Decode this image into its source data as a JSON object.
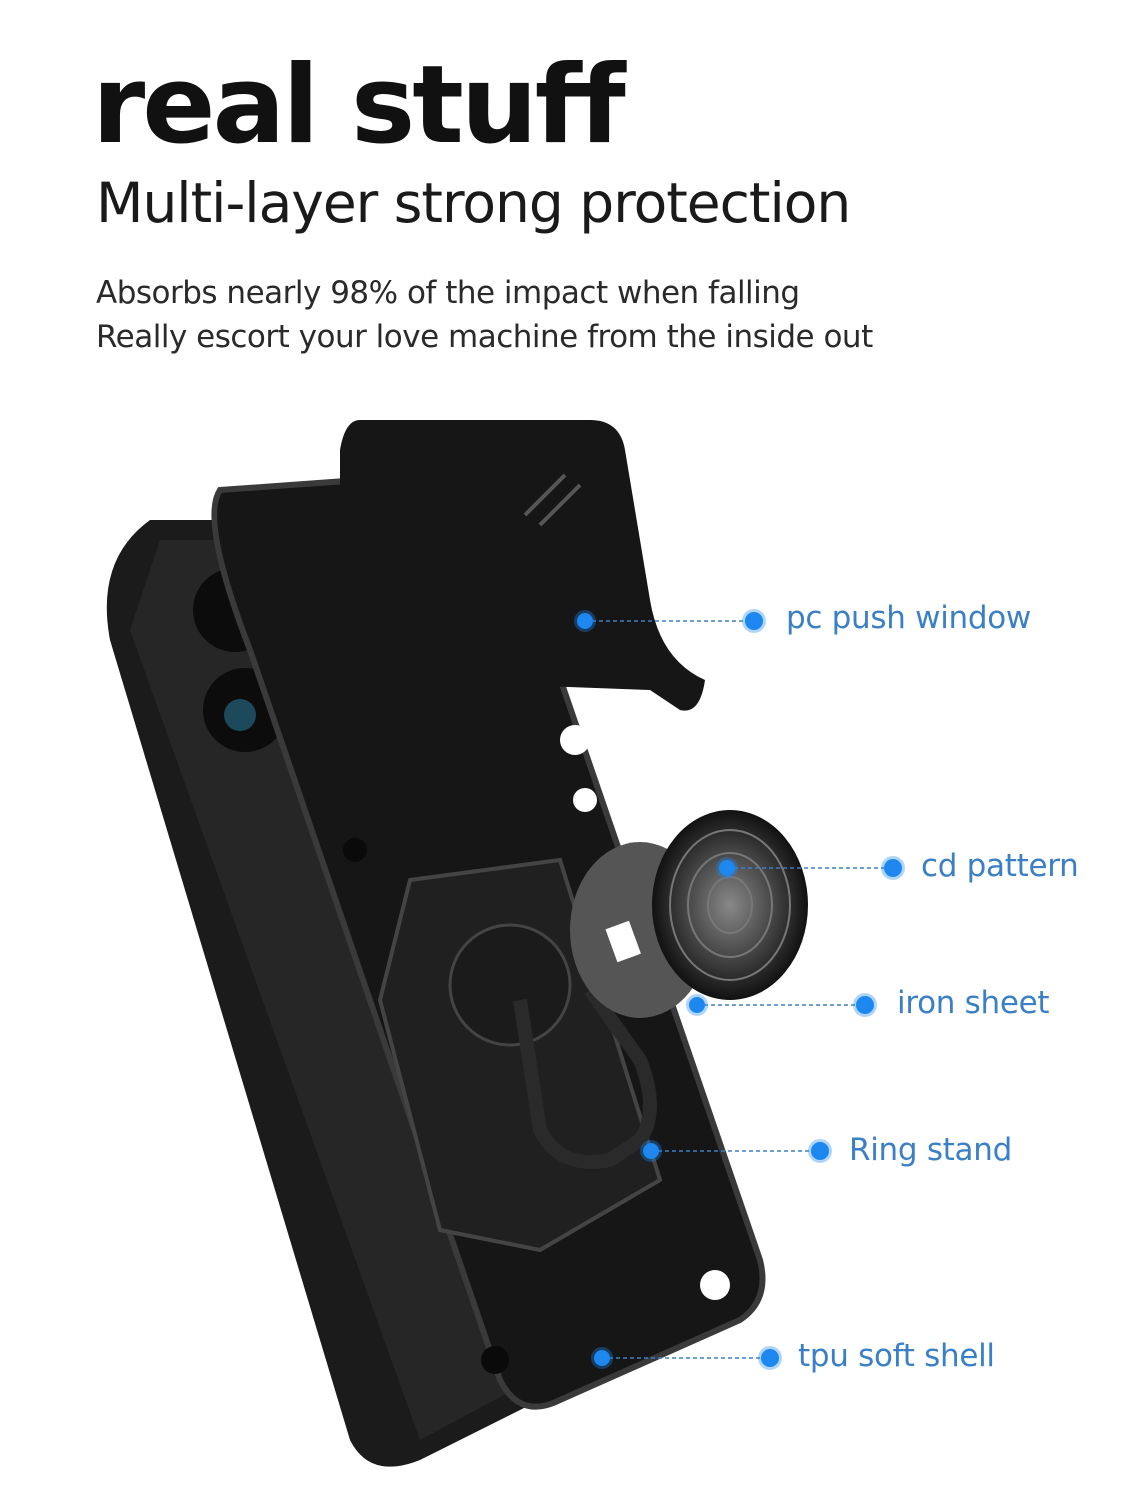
{
  "header": {
    "title": "real stuff",
    "subtitle": "Multi-layer strong protection",
    "description": [
      "Absorbs nearly 98% of the impact when falling",
      "Really escort your love machine from the inside out"
    ]
  },
  "callouts": [
    {
      "label": "pc push window"
    },
    {
      "label": "cd pattern"
    },
    {
      "label": "iron sheet"
    },
    {
      "label": "Ring stand"
    },
    {
      "label": "tpu soft shell"
    }
  ],
  "colors": {
    "accent": "#1e88f0",
    "label": "#3b80c6",
    "case": "#1a1a1a"
  }
}
